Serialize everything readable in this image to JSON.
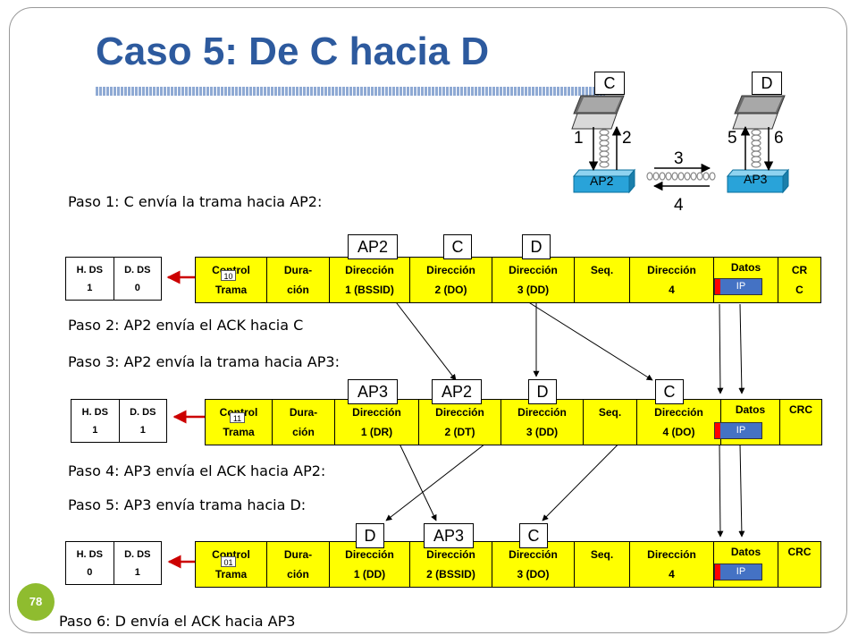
{
  "title": "Caso 5: De C hacia D",
  "slide_number": "78",
  "network": {
    "station_c": "C",
    "station_d": "D",
    "ap_left": "AP2",
    "ap_right": "AP3",
    "arrow_labels": [
      "1",
      "2",
      "3",
      "4",
      "5",
      "6"
    ]
  },
  "steps": [
    "Paso 1: C envía la trama hacia AP2:",
    "Paso 2: AP2 envía el ACK hacia C",
    "Paso 3: AP2 envía la trama hacia AP3:",
    "Paso 4: AP3 envía el ACK hacia AP2:",
    "Paso 5: AP3 envía trama hacia D:",
    "Paso 6: D envía el ACK hacia AP3"
  ],
  "frames": [
    {
      "ds_headers": [
        "H. DS",
        "D. DS"
      ],
      "ds_values": [
        "1",
        "0"
      ],
      "fc_value": "10",
      "address_labels": [
        "AP2",
        "C",
        "D"
      ],
      "cells": [
        [
          "Control",
          "Trama"
        ],
        [
          "Dura-",
          "ción"
        ],
        [
          "Dirección",
          "1 (BSSID)"
        ],
        [
          "Dirección",
          "2 (DO)"
        ],
        [
          "Dirección",
          "3 (DD)"
        ],
        [
          "Seq.",
          ""
        ],
        [
          "Dirección",
          "4"
        ],
        [
          "Datos",
          ""
        ],
        [
          "CR",
          "C"
        ]
      ],
      "ip_label": "IP"
    },
    {
      "ds_headers": [
        "H. DS",
        "D. DS"
      ],
      "ds_values": [
        "1",
        "1"
      ],
      "fc_value": "11",
      "address_labels": [
        "AP3",
        "AP2",
        "D",
        "C"
      ],
      "cells": [
        [
          "Control",
          "Trama"
        ],
        [
          "Dura-",
          "ción"
        ],
        [
          "Dirección",
          "1 (DR)"
        ],
        [
          "Dirección",
          "2 (DT)"
        ],
        [
          "Dirección",
          "3 (DD)"
        ],
        [
          "Seq.",
          ""
        ],
        [
          "Dirección",
          "4 (DO)"
        ],
        [
          "Datos",
          ""
        ],
        [
          "CRC",
          ""
        ]
      ],
      "ip_label": "IP"
    },
    {
      "ds_headers": [
        "H. DS",
        "D. DS"
      ],
      "ds_values": [
        "0",
        "1"
      ],
      "fc_value": "01",
      "address_labels": [
        "D",
        "AP3",
        "C"
      ],
      "cells": [
        [
          "Control",
          "Trama"
        ],
        [
          "Dura-",
          "ción"
        ],
        [
          "Dirección",
          "1 (DD)"
        ],
        [
          "Dirección",
          "2 (BSSID)"
        ],
        [
          "Dirección",
          "3 (DO)"
        ],
        [
          "Seq.",
          ""
        ],
        [
          "Dirección",
          "4"
        ],
        [
          "Datos",
          ""
        ],
        [
          "CRC",
          ""
        ]
      ],
      "ip_label": "IP"
    }
  ],
  "colors": {
    "title": "#2d5a9e",
    "frame_fill": "#ffff00",
    "ip_fill": "#4472c4",
    "ip_marker": "#ff0000",
    "pointer_arrow": "#cc0000",
    "ap_fill": "#29a3d9",
    "slide_badge": "#8fbc2f"
  },
  "icons": [
    "laptop-icon",
    "access-point-icon",
    "wireless-link-icon"
  ]
}
